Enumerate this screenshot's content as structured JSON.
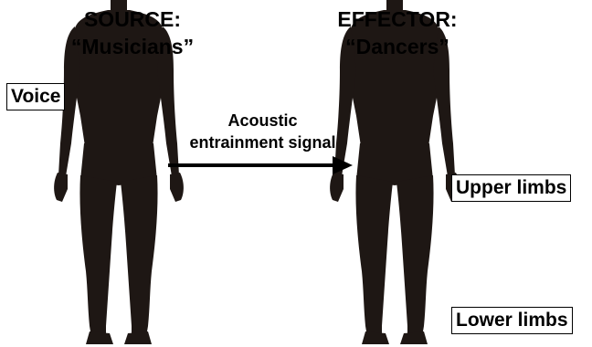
{
  "source": {
    "title_line1": "SOURCE:",
    "title_line2": "“Musicians”",
    "box_label": "Voice"
  },
  "effector": {
    "title_line1": "EFFECTOR:",
    "title_line2": "“Dancers”",
    "upper_label": "Upper limbs",
    "lower_label": "Lower limbs"
  },
  "signal": {
    "line1": "Acoustic",
    "line2": "entrainment signal"
  },
  "colors": {
    "figure": "#1e1714",
    "arrow": "#000000"
  }
}
